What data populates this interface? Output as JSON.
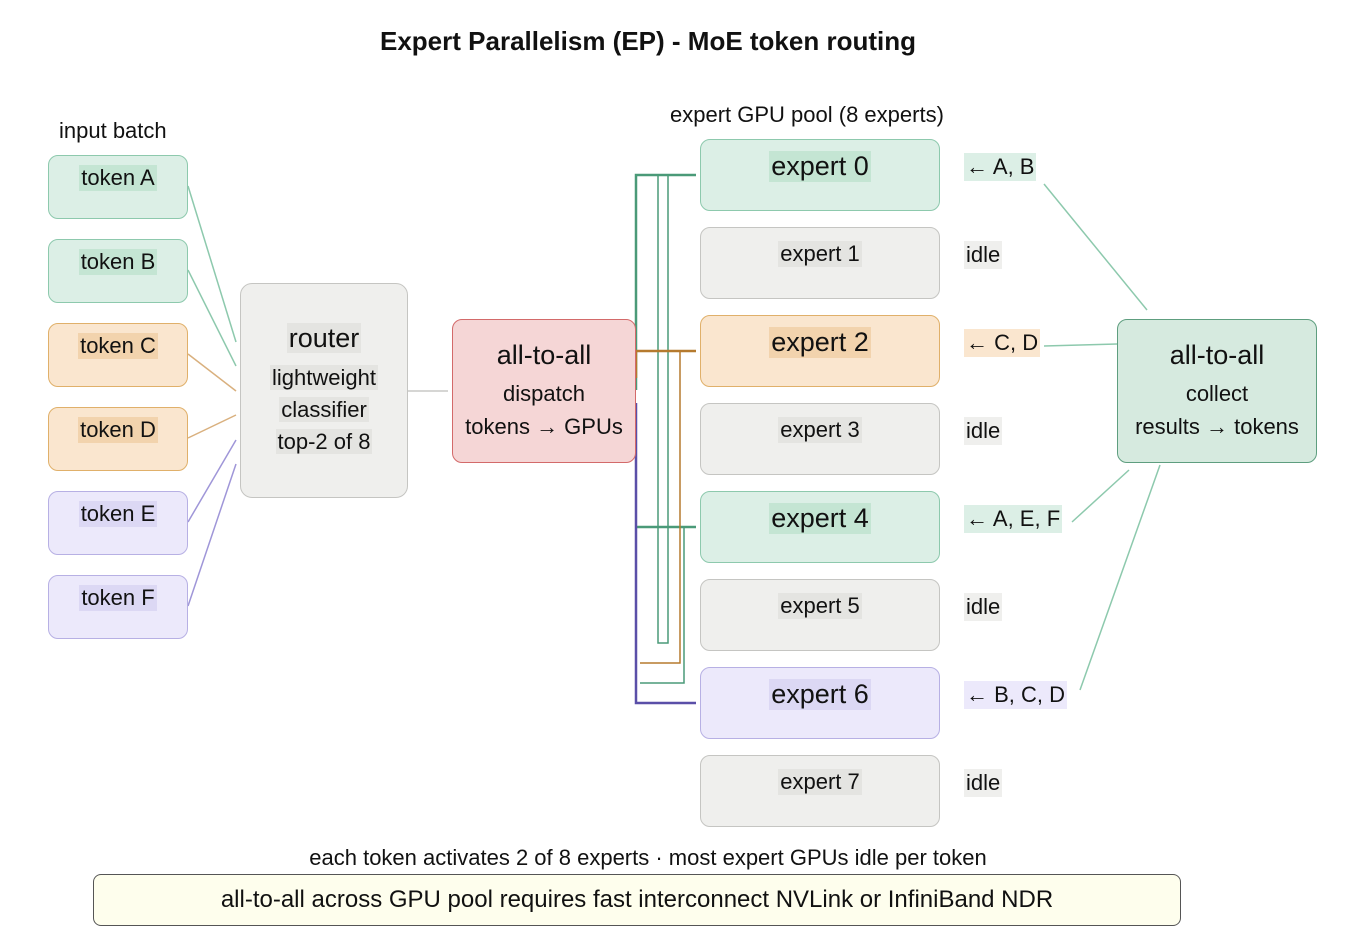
{
  "title": "Expert Parallelism (EP) - MoE token routing",
  "input_label": "input batch",
  "tokens": [
    {
      "label": "token A",
      "color": "#dcefe6"
    },
    {
      "label": "token B",
      "color": "#dcefe6"
    },
    {
      "label": "token C",
      "color": "#fae6cf"
    },
    {
      "label": "token D",
      "color": "#fae6cf"
    },
    {
      "label": "token E",
      "color": "#ece9fb"
    },
    {
      "label": "token F",
      "color": "#ece9fb"
    }
  ],
  "router": {
    "title": "router",
    "lines": [
      "lightweight",
      "classifier",
      "top-2 of 8"
    ]
  },
  "dispatch": {
    "title": "all-to-all",
    "lines": [
      "dispatch",
      "tokens → GPUs"
    ]
  },
  "pool_label": "expert GPU pool (8 experts)",
  "experts": [
    {
      "label": "expert 0",
      "assigned": "← A, B",
      "active": true
    },
    {
      "label": "expert 1",
      "assigned": "idle",
      "active": false
    },
    {
      "label": "expert 2",
      "assigned": "← C, D",
      "active": true
    },
    {
      "label": "expert 3",
      "assigned": "idle",
      "active": false
    },
    {
      "label": "expert 4",
      "assigned": "← A, E, F",
      "active": true
    },
    {
      "label": "expert 5",
      "assigned": "idle",
      "active": false
    },
    {
      "label": "expert 6",
      "assigned": "← B, C, D",
      "active": true
    },
    {
      "label": "expert 7",
      "assigned": "idle",
      "active": false
    }
  ],
  "collect": {
    "title": "all-to-all",
    "lines": [
      "collect",
      "results → tokens"
    ]
  },
  "footer_note": "each token activates 2 of 8 experts · most expert GPUs idle per token",
  "footer_box": "all-to-all across GPU pool requires fast interconnect NVLink or InfiniBand NDR",
  "colors": {
    "green": "#8dc9ad",
    "orange": "#e0b06a",
    "purple": "#b7b0e4",
    "red": "#d36a6a",
    "route_green": "#4a9a78",
    "route_orange": "#b57a2e",
    "route_purple": "#5a4fa8"
  }
}
